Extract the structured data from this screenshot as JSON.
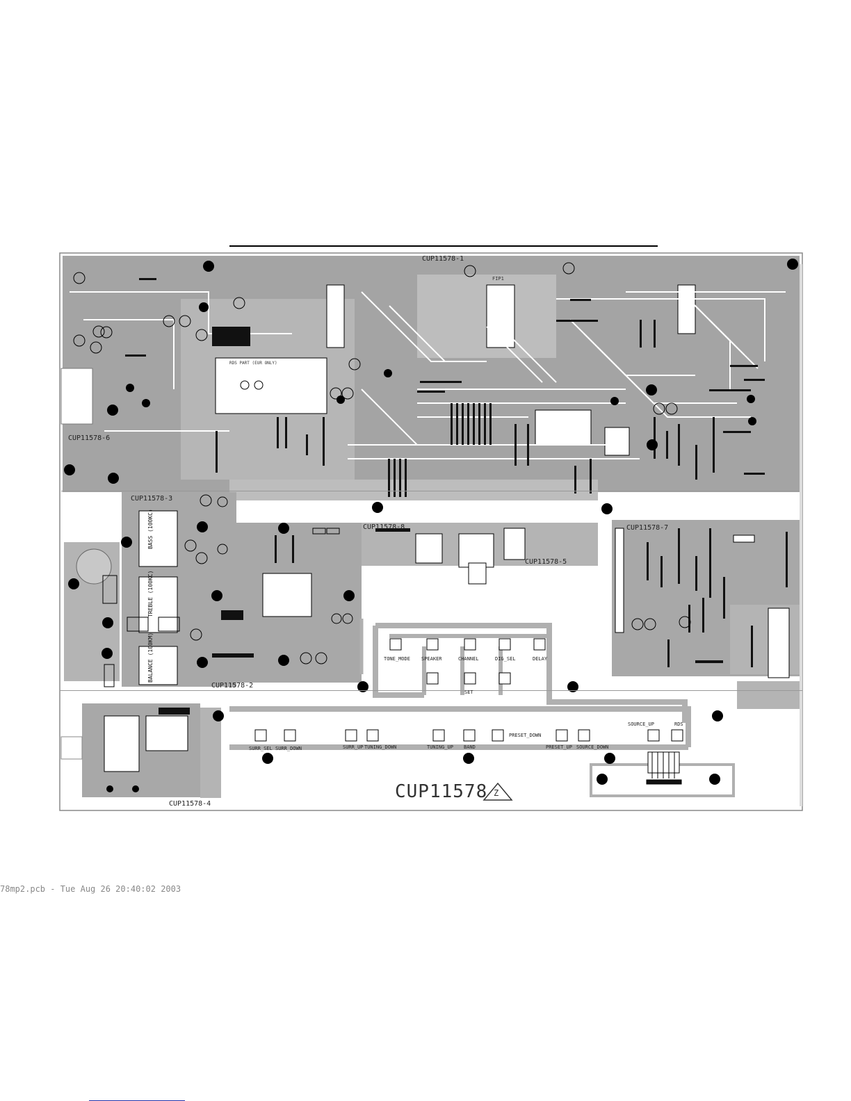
{
  "board": {
    "id": "CUP11578",
    "revision_mark": "Z",
    "footer": "78mp2.pcb - Tue Aug 26 20:40:02 2003"
  },
  "sections": {
    "s1": "CUP11578-1",
    "s2": "CUP11578-2",
    "s3": "CUP11578-3",
    "s4": "CUP11578-4",
    "s5": "CUP11578-5",
    "s6": "CUP11578-6",
    "s7": "CUP11578-7",
    "s8": "CUP11578-8"
  },
  "sub_labels": {
    "rds_part": "RDS PART (EUR ONLY)",
    "fip": "FIP1"
  },
  "potentiometers": {
    "bass": "BASS (100KC)",
    "treble": "TREBLE (100KC)",
    "balance": "BALANCE (100KM)"
  },
  "buttons_row1": [
    {
      "label": "TONE_MODE"
    },
    {
      "label": "SPEAKER"
    },
    {
      "label": "CHANNEL"
    },
    {
      "label": "DIG_SEL"
    },
    {
      "label": "DELAY"
    }
  ],
  "buttons_row2": [
    {
      "label": "SET"
    }
  ],
  "buttons_row3": [
    {
      "label": "SURR_SEL"
    },
    {
      "label": "SURR_DOWN"
    },
    {
      "label": "SURR_UP"
    },
    {
      "label": "TUNING_DOWN"
    },
    {
      "label": "TUNING_UP"
    },
    {
      "label": "BAND"
    },
    {
      "label": "PRESET_DOWN"
    },
    {
      "label": "PRESET_UP"
    },
    {
      "label": "SOURCE_DOWN"
    },
    {
      "label": "SOURCE_UP"
    },
    {
      "label": "RDS"
    }
  ],
  "colors": {
    "copper": "#9c9c9c",
    "trace": "#ffffff",
    "outline": "#000000",
    "component": "#000000"
  }
}
